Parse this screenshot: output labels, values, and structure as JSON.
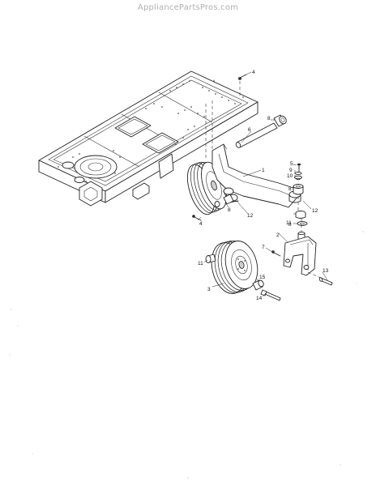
{
  "watermark": "AppliancePartsPros.com",
  "callouts": {
    "p1": "1",
    "p2": "2",
    "p3": "3",
    "p4a": "4",
    "p4b": "4",
    "p5": "5",
    "p6": "6",
    "p7": "7",
    "p8a": "8",
    "p8b": "8",
    "p8c": "8",
    "p8d": "8",
    "p9": "9",
    "p10": "10",
    "p11a": "11",
    "p11b": "11",
    "p12a": "12",
    "p12b": "12",
    "p13": "13",
    "p14": "14",
    "p15": "15"
  },
  "colors": {
    "line": "#222222",
    "background": "#ffffff",
    "watermark": "#b0b0b0"
  }
}
